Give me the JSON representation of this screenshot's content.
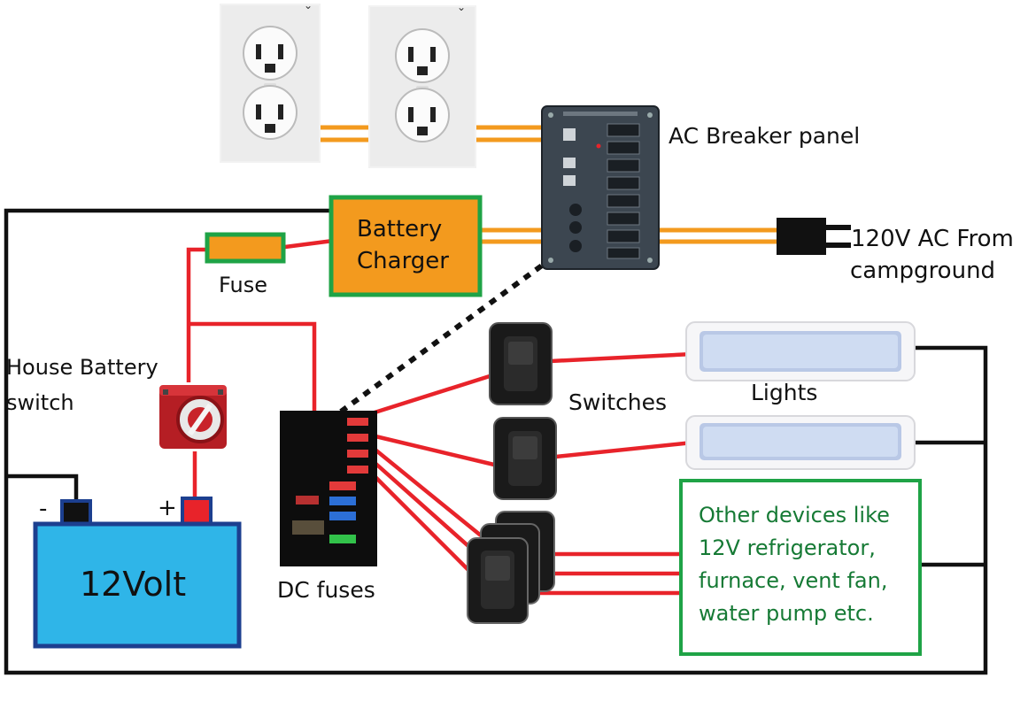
{
  "labels": {
    "ac_breaker_panel": "AC Breaker panel",
    "ac_source_line1": "120V  AC From",
    "ac_source_line2": "campground",
    "battery_charger_line1": "Battery",
    "battery_charger_line2": "Charger",
    "fuse": "Fuse",
    "house_battery_switch_line1": "House Battery",
    "house_battery_switch_line2": "switch",
    "battery": "12Volt",
    "battery_negative": "-",
    "battery_positive": "+",
    "dc_fuses": "DC fuses",
    "switches": "Switches",
    "lights": "Lights",
    "other_devices_lines": [
      "Other devices like",
      "12V refrigerator,",
      "furnace, vent fan,",
      "water pump etc."
    ]
  },
  "colors": {
    "ac_wire": "#f39a1e",
    "dc_positive_wire": "#e8232a",
    "dc_negative_wire": "#111111",
    "charger_fill": "#f39a1e",
    "charger_border": "#1fa346",
    "battery_fill": "#2fb5e8",
    "battery_border": "#1c3f8f",
    "devices_border": "#1fa346",
    "devices_text": "#167a35"
  }
}
